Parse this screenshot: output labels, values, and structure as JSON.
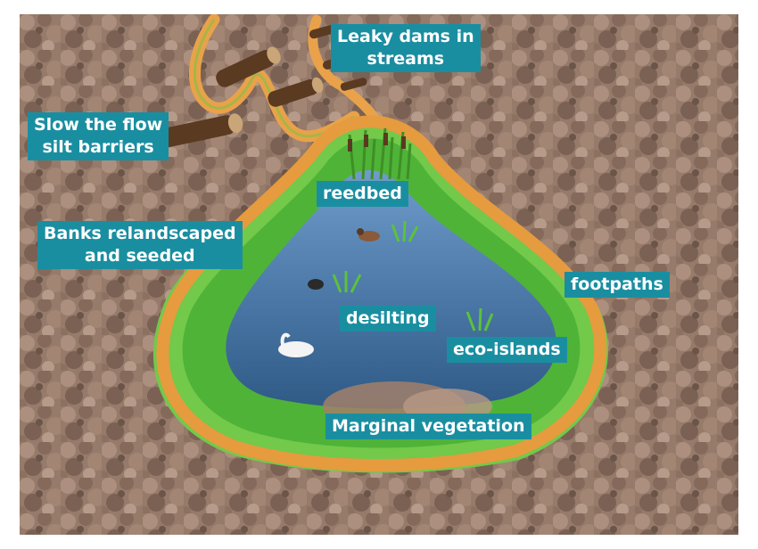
{
  "labels": {
    "leaky_dams": [
      "Leaky dams in",
      "streams"
    ],
    "slow_flow": [
      "Slow the flow",
      "silt barriers"
    ],
    "reedbed": "reedbed",
    "banks": [
      "Banks relandscaped",
      "and seeded"
    ],
    "footpaths": "footpaths",
    "desilting": "desilting",
    "eco_islands": "eco-islands",
    "marginal": "Marginal vegetation"
  },
  "colors": {
    "label_bg": "#1a8ea1",
    "label_text": "#ffffff",
    "forest": "#8a6a58",
    "path": "#e39a3c",
    "water": "#4f7fb0",
    "vegetation": "#6cc43a"
  }
}
